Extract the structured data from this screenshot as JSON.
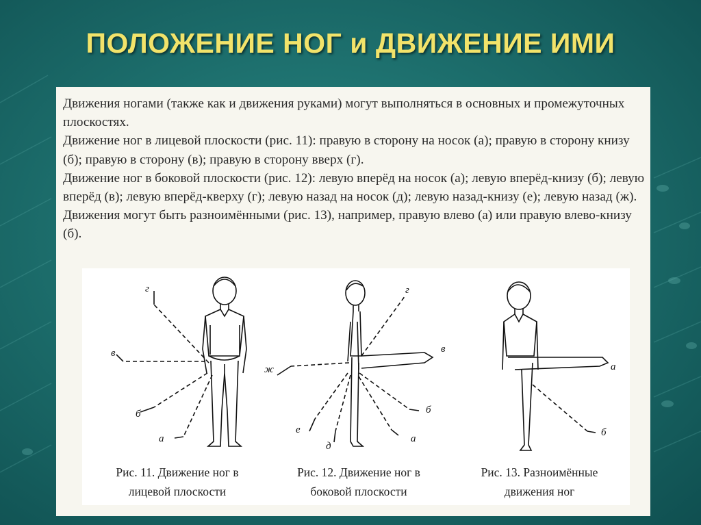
{
  "slide": {
    "title": "ПОЛОЖЕНИЕ НОГ и ДВИЖЕНИЕ ИМИ",
    "paragraphs": [
      "Движения ногами (также как и движения руками) могут выполняться в основных и промежуточных плоскостях.",
      "Движение ног в лицевой плоскости (рис. 11): правую в сторону на носок (а); правую в сторону книзу (б); правую в сторону (в); правую в сторону вверх (г).",
      "Движение ног в боковой плоскости (рис. 12): левую вперёд на носок (а); левую вперёд-книзу (б); левую вперёд (в); левую вперёд-кверху (г); левую назад на носок (д); левую назад-книзу (е); левую назад (ж).",
      "Движения могут быть разноимёнными (рис. 13), например, правую влево (а) или правую влево-книзу (б)."
    ]
  },
  "figures": [
    {
      "caption": [
        "Рис. 11. Движение ног в",
        "лицевой плоскости"
      ],
      "labels": [
        "г",
        "в",
        "б",
        "а"
      ]
    },
    {
      "caption": [
        "Рис. 12. Движение ног в",
        "боковой плоскости"
      ],
      "labels": [
        "г",
        "в",
        "ж",
        "б",
        "а",
        "е",
        "д"
      ]
    },
    {
      "caption": [
        "Рис. 13. Разноимённые",
        "движения ног"
      ],
      "labels": [
        "а",
        "б"
      ]
    }
  ],
  "colors": {
    "title": "#f2e36a",
    "background": "#1d6f6d",
    "panel": "#f7f6ef"
  }
}
